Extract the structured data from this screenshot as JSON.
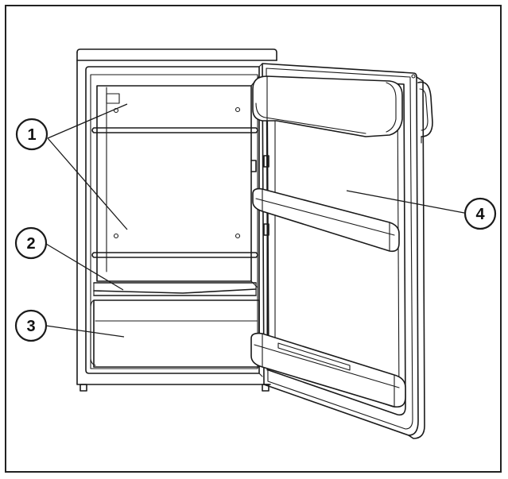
{
  "callouts": [
    {
      "id": "1",
      "label": "1"
    },
    {
      "id": "2",
      "label": "2"
    },
    {
      "id": "3",
      "label": "3"
    },
    {
      "id": "4",
      "label": "4"
    }
  ],
  "colors": {
    "line": "#1a1a1a",
    "background": "#ffffff",
    "frame": "#222222"
  }
}
